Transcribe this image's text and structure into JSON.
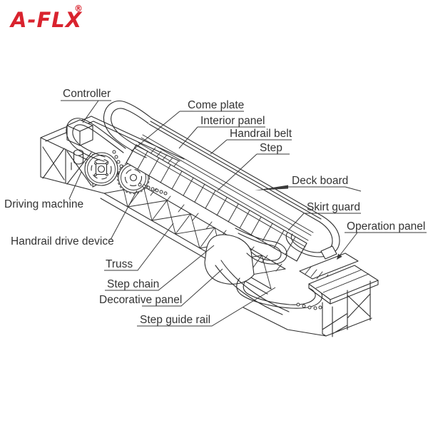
{
  "logo": {
    "text": "A-FLX",
    "registered": "®",
    "color": "#d9232e"
  },
  "diagram": {
    "subject": "Escalator structure diagram",
    "line_color": "#2f2f2f",
    "label_color": "#333333",
    "labels": [
      {
        "id": "controller",
        "text": "Controller"
      },
      {
        "id": "come-plate",
        "text": "Come plate"
      },
      {
        "id": "interior-panel",
        "text": "Interior panel"
      },
      {
        "id": "handrail-belt",
        "text": "Handrail belt"
      },
      {
        "id": "step",
        "text": "Step"
      },
      {
        "id": "deck-board",
        "text": "Deck board"
      },
      {
        "id": "skirt-guard",
        "text": "Skirt guard"
      },
      {
        "id": "operation-panel",
        "text": "Operation panel"
      },
      {
        "id": "driving-machine",
        "text": "Driving machine"
      },
      {
        "id": "handrail-drive-device",
        "text": "Handrail drive device"
      },
      {
        "id": "truss",
        "text": "Truss"
      },
      {
        "id": "step-chain",
        "text": "Step chain"
      },
      {
        "id": "decorative-panel",
        "text": "Decorative panel"
      },
      {
        "id": "step-guide-rail",
        "text": "Step guide rail"
      }
    ]
  }
}
